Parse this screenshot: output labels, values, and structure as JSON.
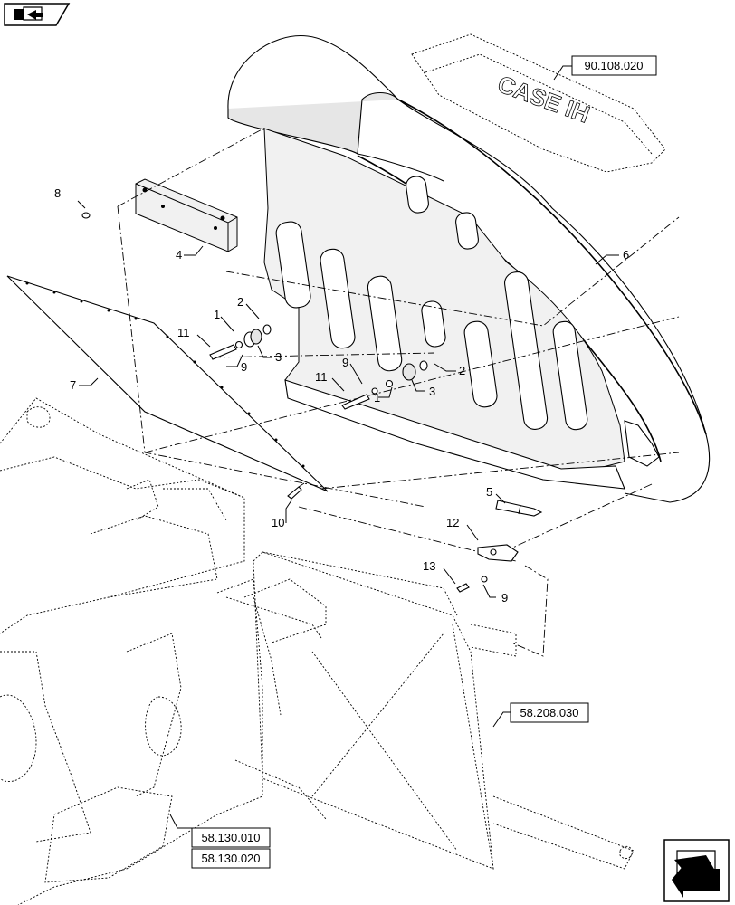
{
  "navigation": {
    "back_icon": "folder-back-arrow-icon",
    "forward_icon": "folder-forward-arrow-icon"
  },
  "reference_boxes": [
    {
      "id": "ref-90-108-020",
      "label": "90.108.020"
    },
    {
      "id": "ref-58-208-030",
      "label": "58.208.030"
    },
    {
      "id": "ref-58-130-010",
      "label": "58.130.010"
    },
    {
      "id": "ref-58-130-020",
      "label": "58.130.020"
    }
  ],
  "callouts": {
    "p1a": "1",
    "p1b": "1",
    "p2a": "2",
    "p2b": "2",
    "p3a": "3",
    "p3b": "3",
    "p4": "4",
    "p5": "5",
    "p6": "6",
    "p7": "7",
    "p8": "8",
    "p9a": "9",
    "p9b": "9",
    "p9c": "9",
    "p10": "10",
    "p11a": "11",
    "p11b": "11",
    "p12": "12",
    "p13": "13"
  },
  "brand_marking": "CASE IH"
}
